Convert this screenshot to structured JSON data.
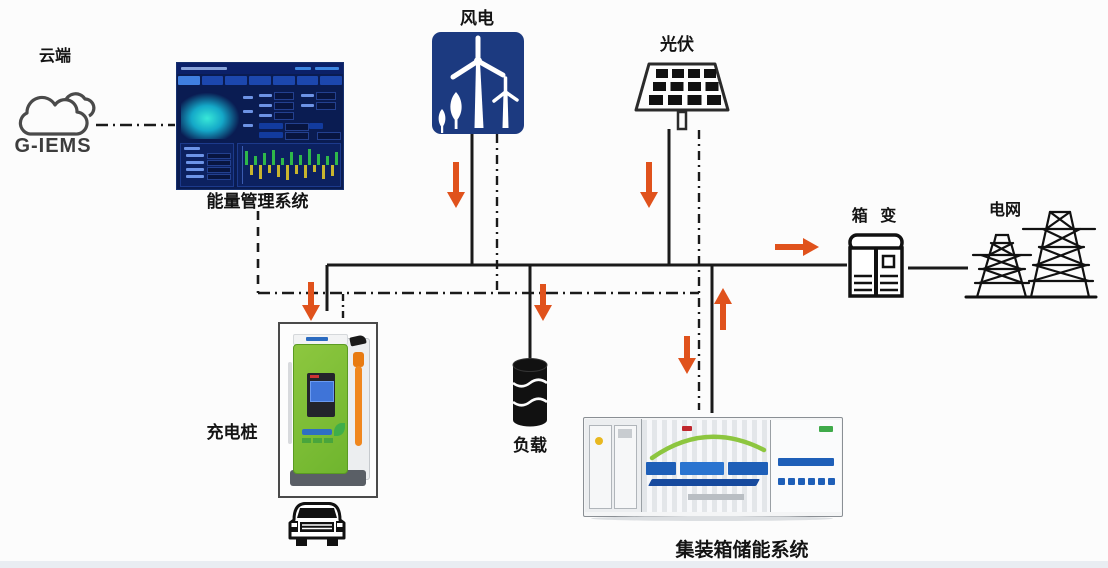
{
  "nodes": {
    "cloud": {
      "label": "云端",
      "name": "G-IEMS"
    },
    "ems": {
      "label": "能量管理系统"
    },
    "wind": {
      "label": "风电"
    },
    "solar": {
      "label": "光伏"
    },
    "transformer": {
      "label": "箱 变"
    },
    "grid": {
      "label": "电网"
    },
    "charger": {
      "label": "充电桩"
    },
    "load": {
      "label": "负载"
    },
    "storage": {
      "label": "集装箱储能系统"
    }
  },
  "colors": {
    "arrow_orange": "#e0521c",
    "line_black": "#1a1a1a",
    "wind_icon_bg": "#1c3a80",
    "ems_screen_bg": "#0a1c52",
    "ems_tab_active": "#3f7fe0",
    "ems_map_teal": "#38e8d8",
    "charger_green": "#7dc242",
    "cable_orange": "#f0871e",
    "bar_green": "#2eb84a",
    "bar_yellow": "#c8b52e",
    "container_blue": "#1e5fb8",
    "swoosh_green": "#8dc63f"
  },
  "ems_screen": {
    "bars": [
      {
        "v": 14,
        "c": "g"
      },
      {
        "v": -10,
        "c": "y"
      },
      {
        "v": 9,
        "c": "g"
      },
      {
        "v": -14,
        "c": "y"
      },
      {
        "v": 12,
        "c": "g"
      },
      {
        "v": -8,
        "c": "y"
      },
      {
        "v": 15,
        "c": "g"
      },
      {
        "v": -12,
        "c": "y"
      },
      {
        "v": 7,
        "c": "g"
      },
      {
        "v": -15,
        "c": "y"
      },
      {
        "v": 13,
        "c": "g"
      },
      {
        "v": -9,
        "c": "y"
      },
      {
        "v": 10,
        "c": "g"
      },
      {
        "v": -13,
        "c": "y"
      },
      {
        "v": 16,
        "c": "g"
      },
      {
        "v": -7,
        "c": "y"
      },
      {
        "v": 11,
        "c": "g"
      },
      {
        "v": -14,
        "c": "y"
      },
      {
        "v": 9,
        "c": "g"
      },
      {
        "v": -11,
        "c": "y"
      },
      {
        "v": 13,
        "c": "g"
      }
    ]
  }
}
